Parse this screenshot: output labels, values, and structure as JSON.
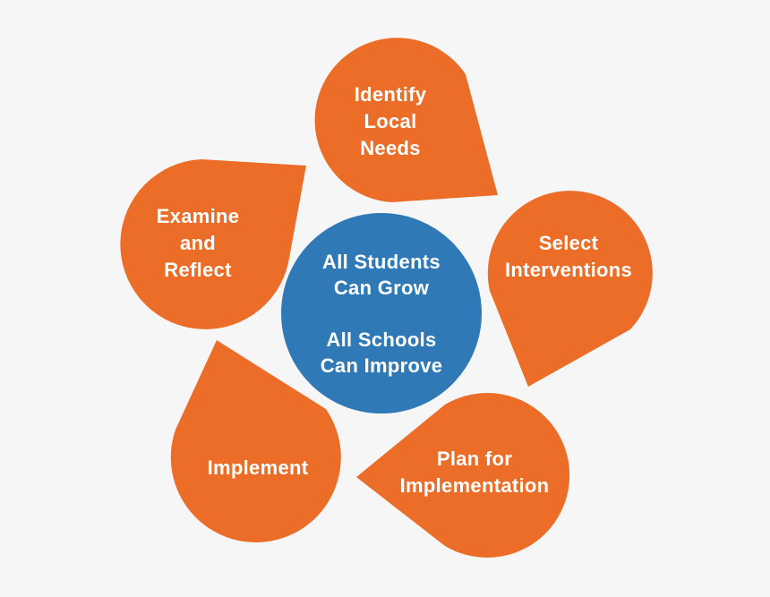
{
  "colors": {
    "petal": "#ec6d27",
    "center": "#2f7ab6",
    "background": "#f6f6f6",
    "text": "#ffffff"
  },
  "center": {
    "line1": "All Students",
    "line2": "Can Grow",
    "line3": "All Schools",
    "line4": "Can Improve"
  },
  "steps": [
    {
      "lines": [
        "Identify",
        "Local",
        "Needs"
      ]
    },
    {
      "lines": [
        "Select",
        "Interventions"
      ]
    },
    {
      "lines": [
        "Plan for",
        "Implementation"
      ]
    },
    {
      "lines": [
        "Implement"
      ]
    },
    {
      "lines": [
        "Examine",
        "and",
        "Reflect"
      ]
    }
  ]
}
